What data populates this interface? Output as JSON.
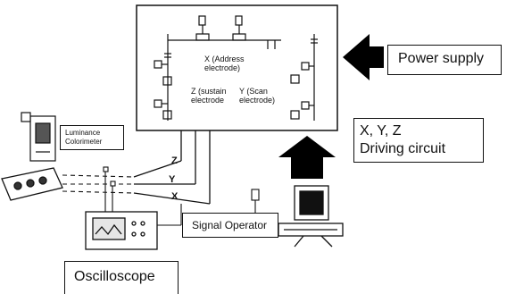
{
  "labels": {
    "address": [
      "X (Address",
      "electrode)"
    ],
    "sustain": [
      "Z (sustain",
      "electrode"
    ],
    "scan": [
      "Y (Scan",
      "electrode)"
    ],
    "power_supply": "Power supply",
    "driving_circuit": [
      "X, Y, Z",
      "Driving circuit"
    ],
    "luminance": [
      "Luminance",
      "Colorimeter"
    ],
    "signal_operator": "Signal Operator",
    "oscilloscope": "Oscilloscope",
    "wire_z": "Z",
    "wire_y": "Y",
    "wire_x": "X"
  },
  "colors": {
    "line": "#111111",
    "arrow": "#000000",
    "background": "#ffffff"
  }
}
